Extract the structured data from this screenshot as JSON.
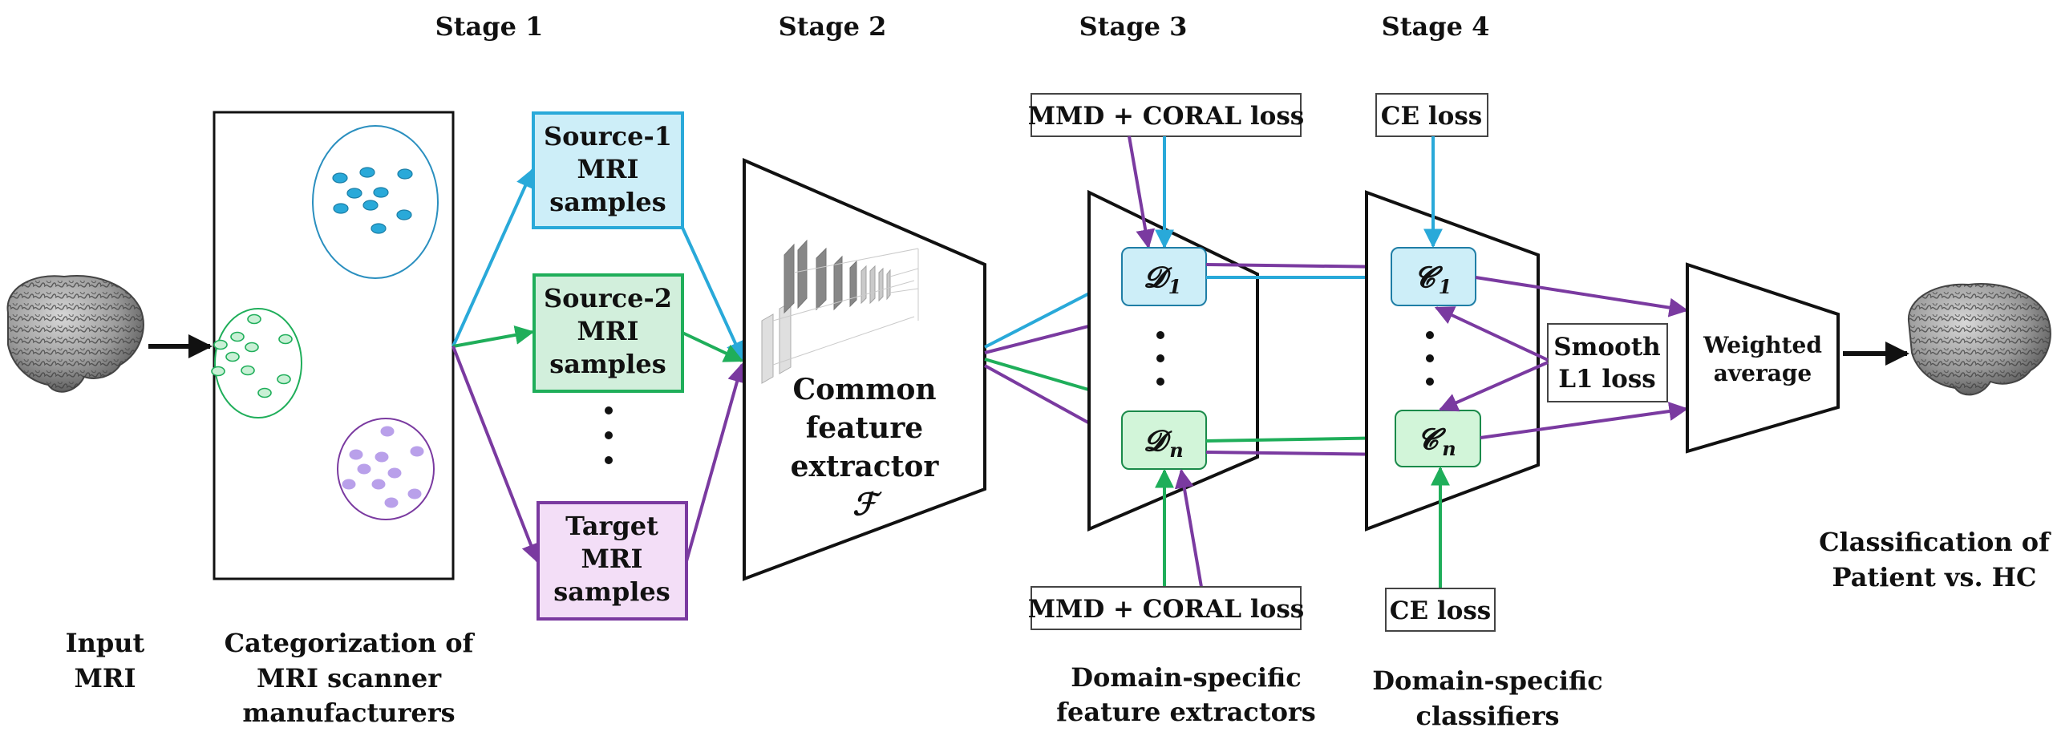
{
  "stages": [
    "Stage 1",
    "Stage 2",
    "Stage 3",
    "Stage 4"
  ],
  "input": {
    "line1": "Input",
    "line2": "MRI"
  },
  "categorization": {
    "line1": "Categorization of",
    "line2": "MRI scanner",
    "line3": "manufacturers"
  },
  "samples": {
    "source1": [
      "Source-1",
      "MRI",
      "samples"
    ],
    "source2": [
      "Source-2",
      "MRI",
      "samples"
    ],
    "target": [
      "Target",
      "MRI",
      "samples"
    ]
  },
  "common_extractor": {
    "line1": "Common",
    "line2": "feature",
    "line3": "extractor",
    "symbol": "ℱ"
  },
  "losses": {
    "mmd_top": "MMD + CORAL loss",
    "mmd_bottom": "MMD + CORAL loss",
    "ce_top": "CE loss",
    "ce_bottom": "CE loss",
    "smooth_line1": "Smooth",
    "smooth_line2": "L1 loss"
  },
  "extractors": {
    "d_symbol": "𝓓",
    "sub1": "1",
    "subn": "n"
  },
  "classifiers": {
    "c_symbol": "𝓒",
    "sub1": "1",
    "subn": "n"
  },
  "weighted": {
    "line1": "Weighted",
    "line2": "average"
  },
  "captions": {
    "domain_extractors_1": "Domain-specific",
    "domain_extractors_2": "feature extractors",
    "domain_classifiers_1": "Domain-specific",
    "domain_classifiers_2": "classifiers"
  },
  "output": {
    "line1": "Classification of",
    "line2": "Patient vs. HC"
  },
  "colors": {
    "blue": "#29a9d9",
    "green": "#1fae5a",
    "purple": "#7a3aa0",
    "blue_fill": "#d7eef8",
    "green_fill": "#d7f0dd",
    "purple_fill": "#f2dff7",
    "box_blue_fill": "#cdeef8",
    "box_green_fill": "#d2efdc",
    "box_purple_fill": "#f3def7"
  }
}
